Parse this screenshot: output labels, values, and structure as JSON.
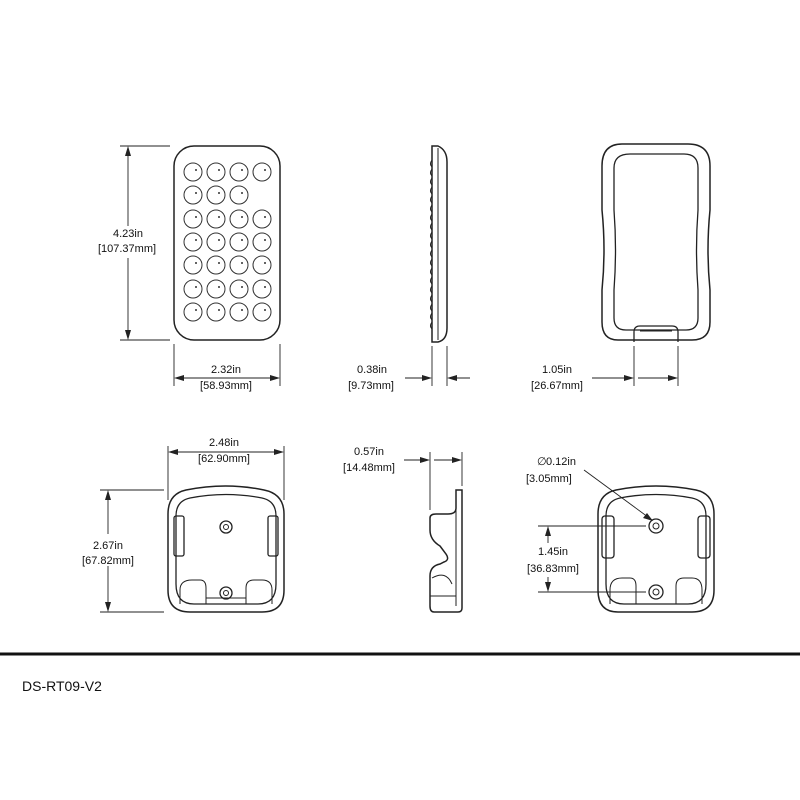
{
  "part_number": "DS-RT09-V2",
  "views": {
    "front_remote": {
      "height_in": "4.23in",
      "height_mm": "[107.37mm]",
      "width_in": "2.32in",
      "width_mm": "[58.93mm]"
    },
    "side_remote": {
      "depth_in": "0.38in",
      "depth_mm": "[9.73mm]"
    },
    "back_remote": {
      "width_in": "1.05in",
      "width_mm": "[26.67mm]"
    },
    "front_holder": {
      "width_in": "2.48in",
      "width_mm": "[62.90mm]",
      "height_in": "2.67in",
      "height_mm": "[67.82mm]"
    },
    "side_holder": {
      "depth_in": "0.57in",
      "depth_mm": "[14.48mm]"
    },
    "back_holder": {
      "hole_dia_in": "0.12in",
      "hole_dia_mm": "[3.05mm]",
      "hole_symbol": "∅",
      "hole_spacing_in": "1.45in",
      "hole_spacing_mm": "[36.83mm]"
    }
  }
}
